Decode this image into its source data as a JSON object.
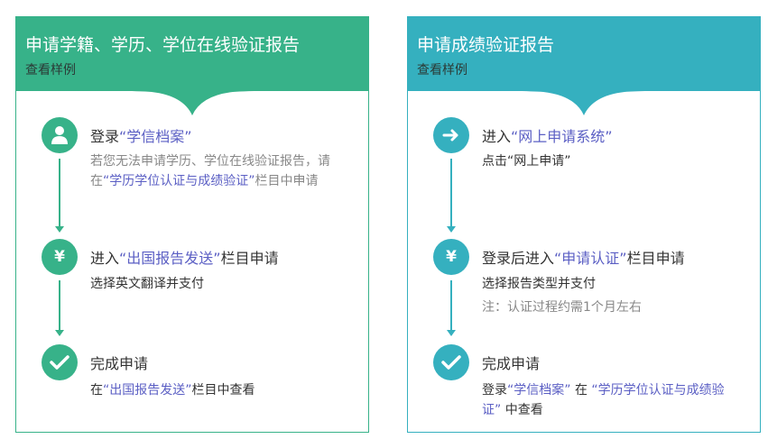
{
  "left_card": {
    "title": "申请学籍、学历、学位在线验证报告",
    "sample": "查看样例",
    "steps": [
      {
        "icon": "user-icon",
        "title_prefix": "登录",
        "title_link": "“学信档案”",
        "title_suffix": "",
        "desc_prefix": "若您无法申请学历、学位在线验证报告，请在",
        "desc_link": "“学历学位认证与成绩验证”",
        "desc_suffix": "栏目中申请"
      },
      {
        "icon": "yen-icon",
        "yen": "¥",
        "title_prefix": "进入",
        "title_link": "“出国报告发送”",
        "title_suffix": "栏目申请",
        "desc": "选择英文翻译并支付"
      },
      {
        "icon": "check-icon",
        "title": "完成申请",
        "desc_prefix": "在",
        "desc_link": "“出国报告发送”",
        "desc_suffix": "栏目中查看"
      }
    ]
  },
  "right_card": {
    "title": "申请成绩验证报告",
    "sample": "查看样例",
    "steps": [
      {
        "icon": "arrow-right-icon",
        "title_prefix": "进入",
        "title_link": "“网上申请系统”",
        "title_suffix": "",
        "desc": "点击“网上申请”"
      },
      {
        "icon": "yen-icon",
        "yen": "¥",
        "title_prefix": "登录后进入",
        "title_link": "“申请认证”",
        "title_suffix": "栏目申请",
        "desc": "选择报告类型并支付",
        "note": "注：认证过程约需1个月左右"
      },
      {
        "icon": "check-icon",
        "title": "完成申请",
        "desc_prefix": "登录",
        "desc_link1": "“学信档案”",
        "desc_mid": " 在 ",
        "desc_link2": "“学历学位认证与成绩验证”",
        "desc_suffix": " 中查看"
      }
    ]
  },
  "colors": {
    "left_accent": "#37b289",
    "right_accent": "#35b0bf",
    "link": "#5b5fc4"
  }
}
